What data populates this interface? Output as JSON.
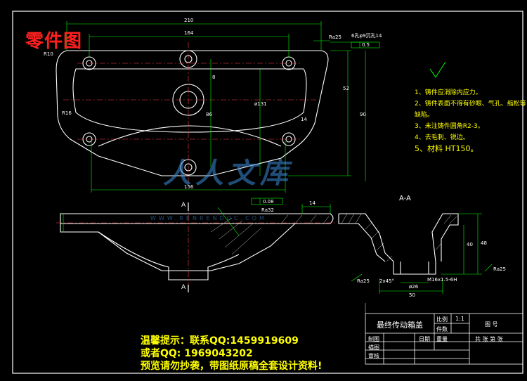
{
  "title": "零件图",
  "dims": {
    "d210": "210",
    "d164": "164",
    "r10": "R10",
    "r16": "R16",
    "rz25": "Ra25",
    "holes": "6孔φ9沉孔14",
    "flat": "0.5",
    "d52": "52",
    "d90": "90",
    "d86": "86",
    "d131": "ø131",
    "d156": "156",
    "d14": "14",
    "d8": "8",
    "aa": "A-A",
    "a_top": "A",
    "a_bot": "A",
    "d0_08": "0.08",
    "rz32": "Ra32",
    "d14b": "14",
    "d50": "50",
    "d40": "40",
    "d48": "48",
    "m16": "M16x1.5-6H",
    "phi26": "ø26",
    "rz25b": "Ra25",
    "rz25c": "Ra25",
    "c2": "2x45°"
  },
  "notes": [
    "1、铸件应消除内应力。",
    "2、铸件表面不得有砂眼、气孔、缩松等缺陷。",
    "3、未注铸件圆角R2-3。",
    "4、去毛刺、锐边。",
    "5、材料 HT150。"
  ],
  "promo": {
    "line1": "温馨提示：联系QQ:1459919609",
    "line2": "或者QQ: 1969043202",
    "line3": "预览请勿抄袭，带图纸原稿全套设计资料!"
  },
  "titleblock": {
    "part": "最终传动箱盖",
    "scale_label": "比例",
    "scale": "1:1",
    "qty_label": "件数",
    "drawing_no": "图 号",
    "designer": "制图",
    "check": "描图",
    "review": "审核",
    "weight": "重量",
    "date": "日期",
    "pages": "共 张 第 张"
  },
  "watermark": "人人文库",
  "watermark_sub": "WWW.RENRENDOC.COM",
  "colors": {
    "background": "#000000",
    "outline": "#ffffff",
    "dimension": "#00ff00",
    "center": "#ff4040",
    "title": "#ff2020",
    "text": "#ffff00",
    "frame": "#ffffff"
  }
}
